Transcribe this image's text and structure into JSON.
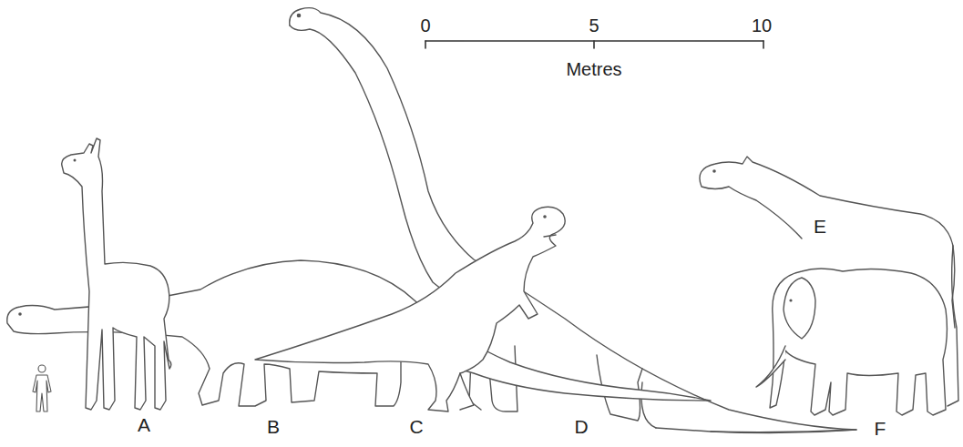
{
  "diagram": {
    "labels": [
      "0",
      "5",
      "10",
      "Metres",
      "A",
      "B",
      "C",
      "D",
      "E",
      "F"
    ]
  }
}
